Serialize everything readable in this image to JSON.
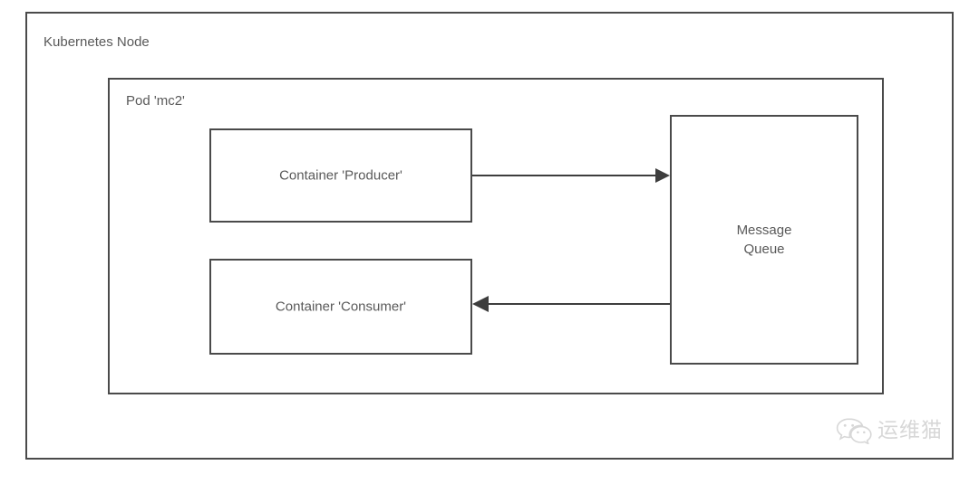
{
  "diagram": {
    "type": "architecture-block-diagram",
    "outer_group": {
      "label": "Kubernetes Node"
    },
    "inner_group": {
      "label": "Pod 'mc2'"
    },
    "nodes": [
      {
        "id": "producer",
        "label": "Container 'Producer'"
      },
      {
        "id": "consumer",
        "label": "Container 'Consumer'"
      },
      {
        "id": "queue",
        "label": "Message\nQueue"
      }
    ],
    "edges": [
      {
        "id": "producer-to-queue",
        "from": "producer",
        "to": "queue",
        "direction": "right"
      },
      {
        "id": "queue-to-consumer",
        "from": "queue",
        "to": "consumer",
        "direction": "left"
      }
    ],
    "colors": {
      "border": "#4a4a4a",
      "text": "#595959",
      "arrow": "#3d3d3d",
      "background": "#ffffff",
      "watermark": "#b7b7b7"
    }
  },
  "watermark": {
    "icon": "wechat-icon",
    "text": "运维猫"
  }
}
